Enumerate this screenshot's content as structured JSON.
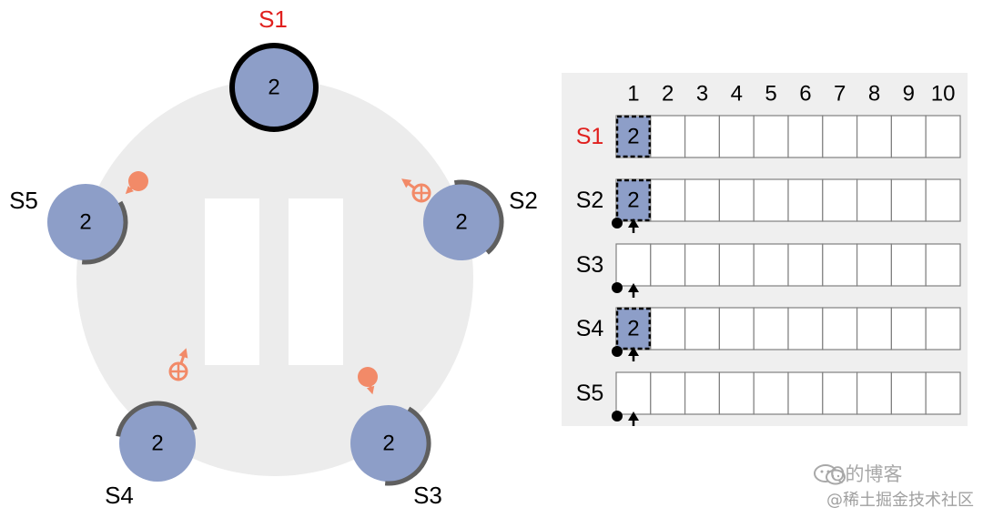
{
  "colors": {
    "server_fill": "#8d9ec8",
    "leader_ring": "#000000",
    "timeout_arc": "#5f5f5f",
    "message": "#f28a68",
    "leader_label": "#e0201e",
    "label": "#000000",
    "board_bg": "#efefef",
    "cluster_bg": "#ececec",
    "log_cell_border": "#808080",
    "entry_fill": "#8d9ec8"
  },
  "servers": [
    {
      "id": "S1",
      "term": "2",
      "role": "leader"
    },
    {
      "id": "S2",
      "term": "2",
      "role": "follower",
      "timeout_fraction": 0.4
    },
    {
      "id": "S3",
      "term": "2",
      "role": "follower",
      "timeout_fraction": 0.45
    },
    {
      "id": "S4",
      "term": "2",
      "role": "follower",
      "timeout_fraction": 0.42
    },
    {
      "id": "S5",
      "term": "2",
      "role": "follower",
      "timeout_fraction": 0.35
    }
  ],
  "messages": [
    {
      "name": "append-entries-reply",
      "between": [
        "S1",
        "S2"
      ],
      "kind": "reply"
    },
    {
      "name": "append-entries-request",
      "between": [
        "S1",
        "S3"
      ],
      "kind": "request"
    },
    {
      "name": "append-entries-reply",
      "between": [
        "S1",
        "S4"
      ],
      "kind": "reply"
    },
    {
      "name": "append-entries-request",
      "between": [
        "S1",
        "S5"
      ],
      "kind": "request"
    }
  ],
  "pause_icon": "pause-icon",
  "log_table": {
    "column_headers": [
      "1",
      "2",
      "3",
      "4",
      "5",
      "6",
      "7",
      "8",
      "9",
      "10"
    ],
    "rows": [
      {
        "label": "S1",
        "entries": [
          {
            "index": 1,
            "term": "2",
            "uncommitted": true
          }
        ],
        "has_markers": false,
        "highlight": true
      },
      {
        "label": "S2",
        "entries": [
          {
            "index": 1,
            "term": "2",
            "uncommitted": true
          }
        ],
        "has_markers": true,
        "highlight": false
      },
      {
        "label": "S3",
        "entries": [],
        "has_markers": true,
        "highlight": false
      },
      {
        "label": "S4",
        "entries": [
          {
            "index": 1,
            "term": "2",
            "uncommitted": true
          }
        ],
        "has_markers": true,
        "highlight": false
      },
      {
        "label": "S5",
        "entries": [],
        "has_markers": true,
        "highlight": false
      }
    ]
  },
  "watermark": {
    "line1": "Q的博客",
    "line2": "@稀土掘金技术社区"
  }
}
